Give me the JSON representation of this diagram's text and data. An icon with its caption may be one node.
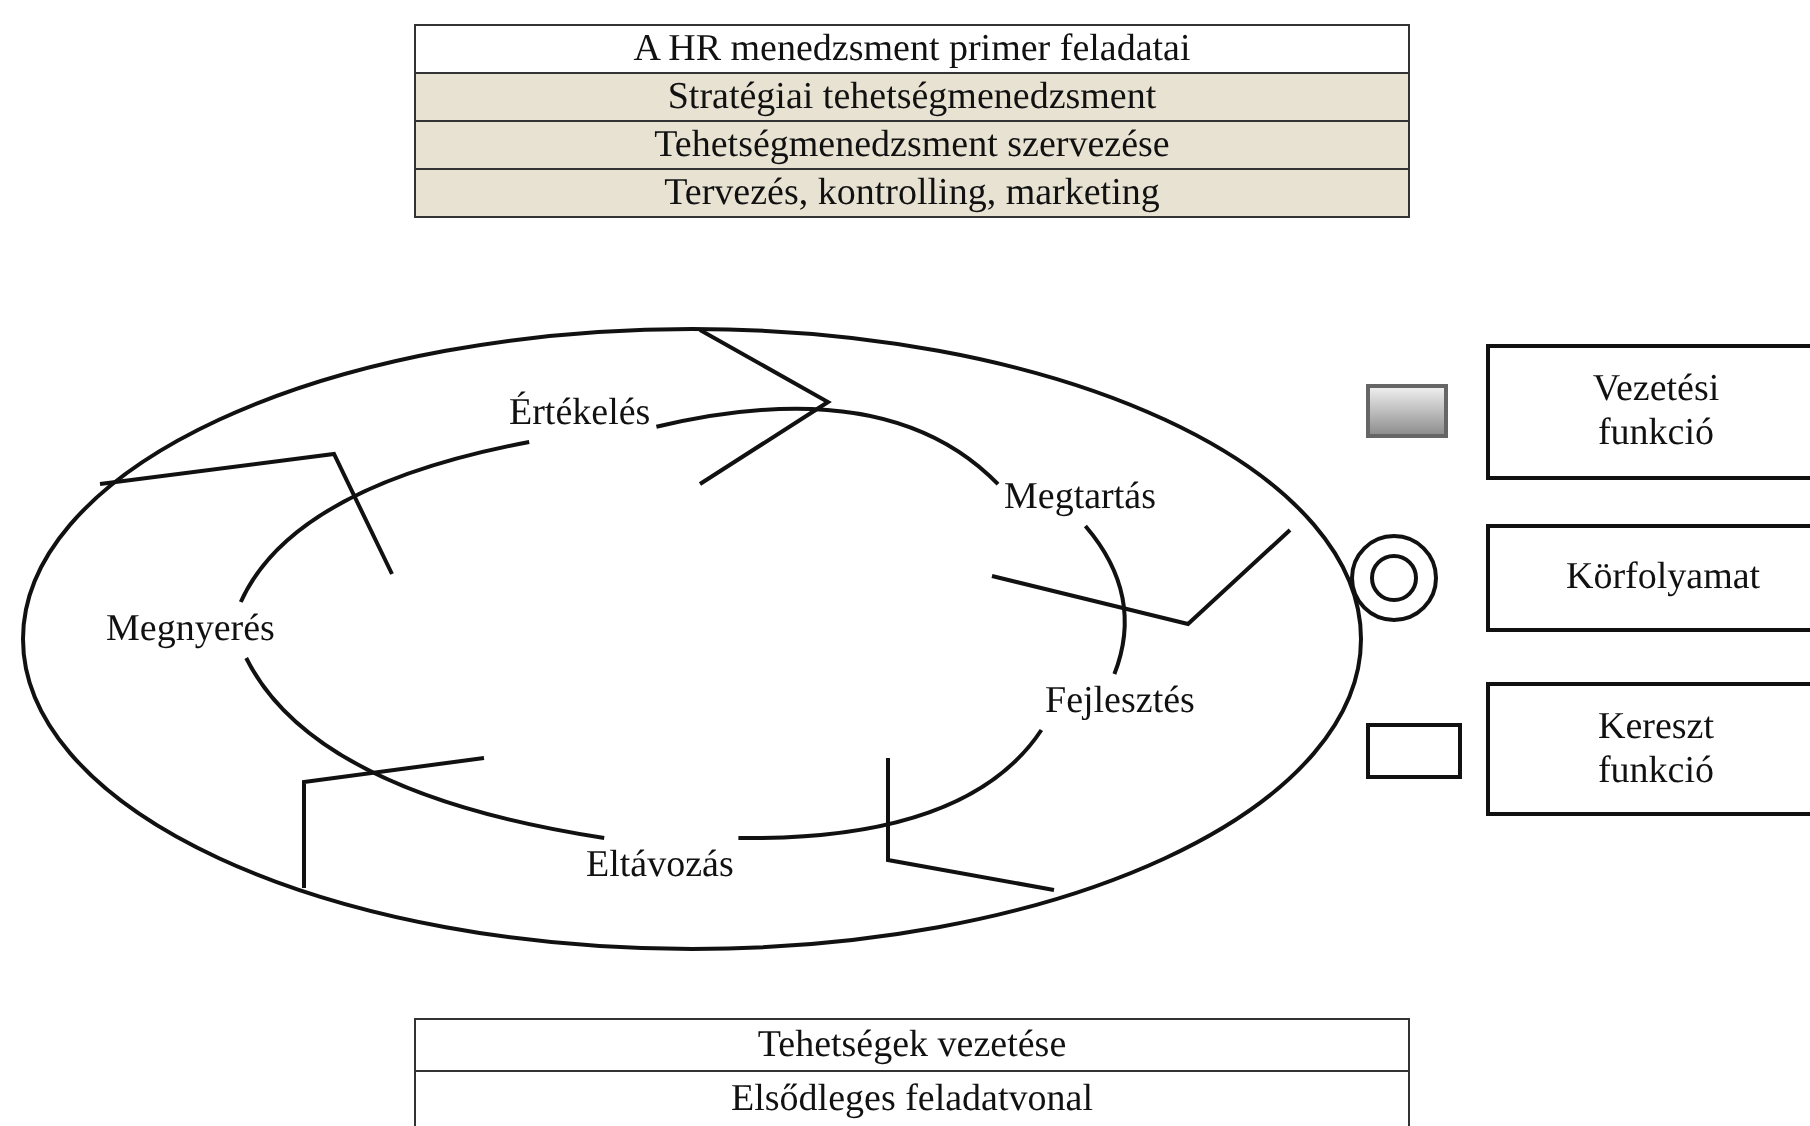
{
  "diagram": {
    "nodes": [
      {
        "text": [
          "A HR menedzsment primer feladatai"
        ]
      },
      {
        "text": [
          "Stratégiai tehetségmenedzsment"
        ]
      },
      {
        "text": [
          "Tehetségmenedzsment szervezése"
        ]
      },
      {
        "text": [
          "Tervezés, kontrolling, marketing"
        ]
      },
      {
        "text": [],
        "shape": "ellipse"
      },
      {
        "text": [
          "Értékelés"
        ],
        "in": 4
      },
      {
        "text": [
          "Megtartás"
        ],
        "in": 4
      },
      {
        "text": [
          "Megnyerés"
        ],
        "in": 4
      },
      {
        "text": [
          "Fejlesztés"
        ],
        "in": 4
      },
      {
        "text": [
          "Eltávozás"
        ],
        "in": 4
      },
      {
        "text": [
          "Tehetségek vezetése"
        ]
      },
      {
        "text": [
          "Elsődleges feladatvonal"
        ]
      }
    ],
    "edges": [
      {
        "from": 7,
        "to": 5,
        "arrow": "none"
      },
      {
        "from": 5,
        "to": 6,
        "arrow": "none"
      },
      {
        "from": 6,
        "to": 8,
        "arrow": "none"
      },
      {
        "from": 8,
        "to": 9,
        "arrow": "none"
      },
      {
        "from": 9,
        "to": 7,
        "arrow": "none"
      }
    ],
    "legend": [
      {
        "text": "Vezetési funkció"
      },
      {
        "text": "Körfolyamat"
      },
      {
        "text": "Kereszt funkció"
      }
    ]
  }
}
